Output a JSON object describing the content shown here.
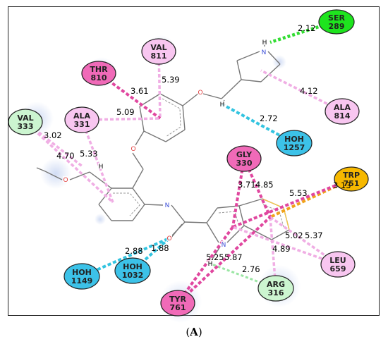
{
  "panel_label": {
    "open": "(",
    "letter": "A",
    "close": ")"
  },
  "colors": {
    "hbond_green": "#33dd33",
    "water_cyan": "#33c4e0",
    "pi_pink": "#e0479f",
    "alkyl_light_pink": "#f0aee4",
    "vdw_light_green": "#c8f0cc",
    "ligand_gray": "#777777"
  },
  "residues": [
    {
      "id": "ser289",
      "name": "SER",
      "num": "289",
      "fill": "#1ee41e"
    },
    {
      "id": "val811",
      "name": "VAL",
      "num": "811",
      "fill": "#f8c6f0"
    },
    {
      "id": "thr810",
      "name": "THR",
      "num": "810",
      "fill": "#f06ab8"
    },
    {
      "id": "ala814",
      "name": "ALA",
      "num": "814",
      "fill": "#f8c6f0"
    },
    {
      "id": "val333",
      "name": "VAL",
      "num": "333",
      "fill": "#ccf5d0"
    },
    {
      "id": "ala331",
      "name": "ALA",
      "num": "331",
      "fill": "#f8c6f0"
    },
    {
      "id": "hoh1257",
      "name": "HOH",
      "num": "1257",
      "fill": "#3cc2e8"
    },
    {
      "id": "gly330",
      "name": "GLY",
      "num": "330",
      "fill": "#f06ab8"
    },
    {
      "id": "trp751",
      "name": "TRP",
      "num": "751",
      "fill": "#f6b800"
    },
    {
      "id": "leu659",
      "name": "LEU",
      "num": "659",
      "fill": "#f8c6f0"
    },
    {
      "id": "arg316",
      "name": "ARG",
      "num": "316",
      "fill": "#ccf5d0"
    },
    {
      "id": "tyr761",
      "name": "TYR",
      "num": "761",
      "fill": "#f06ab8"
    },
    {
      "id": "hoh1149",
      "name": "HOH",
      "num": "1149",
      "fill": "#3cc2e8"
    },
    {
      "id": "hoh1032",
      "name": "HOH",
      "num": "1032",
      "fill": "#3cc2e8"
    }
  ],
  "interactions": [
    {
      "id": "d-212",
      "from": "ser289",
      "to": "h-pyrrolidine",
      "type": "hbond",
      "label": "2.12"
    },
    {
      "id": "d-539",
      "from": "val811",
      "to": "ring-top",
      "type": "alkyl",
      "label": "5.39"
    },
    {
      "id": "d-361",
      "from": "thr810",
      "to": "ring-top",
      "type": "pi",
      "label": "3.61"
    },
    {
      "id": "d-412",
      "from": "ala814",
      "to": "pyrrolidine",
      "type": "alkyl",
      "label": "4.12"
    },
    {
      "id": "d-272",
      "from": "hoh1257",
      "to": "h-ch",
      "type": "water",
      "label": "2.72"
    },
    {
      "id": "d-509",
      "from": "ala331",
      "to": "ring-top",
      "type": "alkyl",
      "label": "5.09"
    },
    {
      "id": "d-302",
      "from": "val333",
      "to": "methoxy",
      "type": "alkyl",
      "label": "3.02"
    },
    {
      "id": "d-470",
      "from": "val333",
      "to": "ring-bottom",
      "type": "alkyl",
      "label": "4.70"
    },
    {
      "id": "d-533",
      "from": "ala331",
      "to": "ring-bottom",
      "type": "alkyl",
      "label": "5.33"
    },
    {
      "id": "d-371",
      "from": "gly330",
      "to": "indole-5",
      "type": "pi",
      "label": "3.71"
    },
    {
      "id": "d-485",
      "from": "gly330",
      "to": "indole-6",
      "type": "pi",
      "label": "4.85"
    },
    {
      "id": "d-313",
      "from": "trp751",
      "to": "indole-6",
      "type": "trp",
      "label": "3.13"
    },
    {
      "id": "d-553",
      "from": "trp751",
      "to": "indole-5",
      "type": "pi",
      "label": "5.53"
    },
    {
      "id": "d-502",
      "from": "leu659",
      "to": "indole-6",
      "type": "alkyl",
      "label": "5.02"
    },
    {
      "id": "d-537",
      "from": "leu659",
      "to": "indole-5",
      "type": "alkyl",
      "label": "5.37"
    },
    {
      "id": "d-489",
      "from": "arg316",
      "to": "indole-6",
      "type": "alkyl",
      "label": "4.89"
    },
    {
      "id": "d-276",
      "from": "arg316",
      "to": "h-nh",
      "type": "vdw",
      "label": "2.76"
    },
    {
      "id": "d-525",
      "from": "tyr761",
      "to": "indole-5",
      "type": "pi",
      "label": "5.25"
    },
    {
      "id": "d-587",
      "from": "tyr761",
      "to": "indole-6",
      "type": "pi",
      "label": "5.87"
    },
    {
      "id": "d-288",
      "from": "hoh1149",
      "to": "o-amide",
      "type": "water",
      "label": "2.88"
    },
    {
      "id": "d-188",
      "from": "hoh1032",
      "to": "o-amide",
      "type": "water",
      "label": "1.88"
    }
  ],
  "atoms": [
    {
      "id": "h-pyrrolidine",
      "symbol": "H"
    },
    {
      "id": "n-pyrrolidine",
      "symbol": "N"
    },
    {
      "id": "h-ch",
      "symbol": "H"
    },
    {
      "id": "o-ether-top",
      "symbol": "O"
    },
    {
      "id": "o-ether-mid",
      "symbol": "O"
    },
    {
      "id": "o-methoxy",
      "symbol": "O"
    },
    {
      "id": "h-methoxy",
      "symbol": "H"
    },
    {
      "id": "n-amide",
      "symbol": "N"
    },
    {
      "id": "o-amide",
      "symbol": "O"
    },
    {
      "id": "n-indole",
      "symbol": "N"
    },
    {
      "id": "h-nh",
      "symbol": "H"
    }
  ]
}
